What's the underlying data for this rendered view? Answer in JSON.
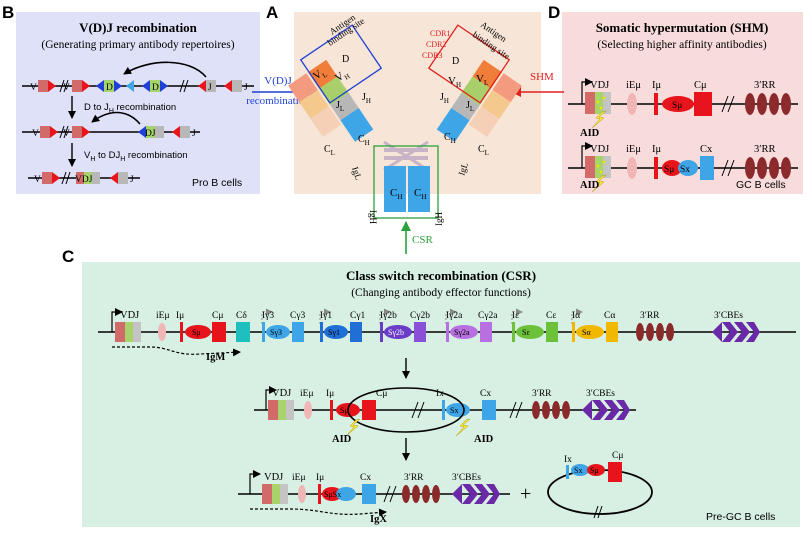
{
  "colors": {
    "panel_b_bg": "#dfe1f8",
    "panel_a_bg": "#f7e5d7",
    "panel_d_bg": "#f8dcdc",
    "panel_c_bg": "#d8efe4",
    "arrow_vdj": "#1f3fd6",
    "arrow_shm": "#e02020",
    "arrow_csr": "#2aa13b",
    "mu": "#e8141b",
    "light_blue": "#3ea5e6"
  },
  "panelA": {
    "label": "A",
    "left_site": [
      "Antigen",
      "binding site"
    ],
    "right_site": [
      "Antigen",
      "binding site"
    ],
    "cdr": [
      "CDR1",
      "CDR2",
      "CDR3"
    ],
    "vh": "V",
    "vh_sub": "H",
    "vl": "V",
    "vl_sub": "L",
    "d": "D",
    "j": "J",
    "jh_sub": "H",
    "jl_sub": "L",
    "cl": "C",
    "cl_sub": "L",
    "ch": "C",
    "ch_sub": "H",
    "igl": "IgL",
    "igh": "IgH"
  },
  "panelB": {
    "label": "B",
    "title": "V(D)J recombination",
    "subtitle": "(Generating primary antibody repertoires)",
    "row1": {
      "v": [
        "V",
        "V"
      ],
      "d": [
        "D",
        "D"
      ],
      "j": [
        "J",
        "J"
      ]
    },
    "step1": "D to J",
    "step1_sub": "H",
    "step1_tail": " recombination",
    "row2": {
      "v": [
        "V",
        "V"
      ],
      "dj": "DJ",
      "j": "J"
    },
    "step2": "V",
    "step2_sub": "H",
    "step2_mid": " to DJ",
    "step2_sub2": "H",
    "step2_tail": " recombination",
    "row3": {
      "v": "V",
      "vdj": "VDJ",
      "j": "J"
    },
    "cell": "Pro B cells"
  },
  "panelD": {
    "label": "D",
    "title": "Somatic hypermutation (SHM)",
    "subtitle": "(Selecting higher affinity antibodies)",
    "row1": {
      "vdj": "VDJ",
      "iemu": "iEμ",
      "imu": "Iμ",
      "cmu": "Cμ",
      "smu": "Sμ",
      "rr": "3′RR",
      "aid": "AID"
    },
    "row2": {
      "vdj": "VDJ",
      "iemu": "iEμ",
      "imu": "Iμ",
      "cx": "Cx",
      "smu": "Sμ",
      "sx": "Sx",
      "rr": "3′RR",
      "aid": "AID"
    },
    "cell": "GC B cells"
  },
  "arrows": {
    "vdj": [
      "V(D)J",
      "recombination"
    ],
    "shm": "SHM",
    "csr": "CSR"
  },
  "panelC": {
    "label": "C",
    "title": "Class switch recombination (CSR)",
    "subtitle": "(Changing antibody effector functions)",
    "row1": {
      "vdj": "VDJ",
      "iemu": "iEμ",
      "imu": "Iμ",
      "cmu": "Cμ",
      "smu": "Sμ",
      "cdelta": "Cδ",
      "ig3": "Iγ3",
      "sg3": "Sγ3",
      "cg3": "Cγ3",
      "ig1": "Iγ1",
      "sg1": "Sγ1",
      "cg1": "Cγ1",
      "ig2b": "Iγ2b",
      "sg2b": "Sγ2b",
      "cg2b": "Cγ2b",
      "ig2a": "Iγ2a",
      "sg2a": "Sγ2a",
      "cg2a": "Cγ2a",
      "ie": "Iε",
      "se": "Sε",
      "ce": "Cε",
      "ia": "Iα",
      "sa": "Sα",
      "ca": "Cα",
      "rr": "3′RR",
      "cbe": "3′CBEs",
      "product": "IgM"
    },
    "row2": {
      "vdj": "VDJ",
      "iemu": "iEμ",
      "imu": "Iμ",
      "cmu": "Cμ",
      "smu": "Sμ",
      "ix": "Ix",
      "sx": "Sx",
      "cx": "Cx",
      "rr": "3′RR",
      "cbe": "3′CBEs",
      "aid_left": "AID",
      "aid_right": "AID"
    },
    "row3": {
      "vdj": "VDJ",
      "iemu": "iEμ",
      "imu": "Iμ",
      "smusx": "SμSx",
      "cx": "Cx",
      "rr": "3′RR",
      "cbe": "3′CBEs",
      "product": "IgX",
      "plus": "+"
    },
    "circle": {
      "ix": "Ix",
      "cmu": "Cμ",
      "sx": "Sx",
      "smu": "Sμ"
    },
    "cell": "Pre-GC B cells"
  }
}
